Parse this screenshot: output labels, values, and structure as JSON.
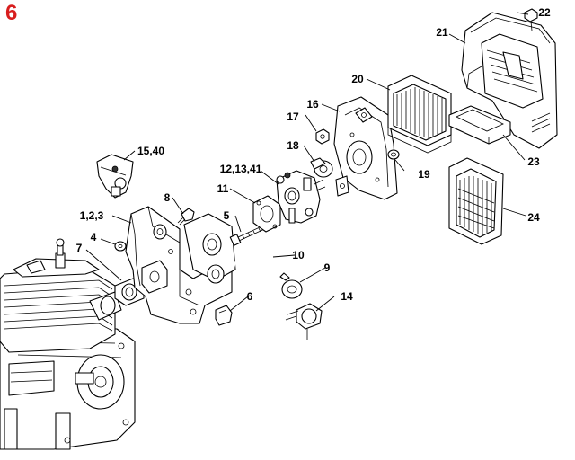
{
  "page_number": "6",
  "accent_color": "#d81e1e",
  "callouts": [
    {
      "id": "c1",
      "label": "22"
    },
    {
      "id": "c2",
      "label": "21"
    },
    {
      "id": "c3",
      "label": "20"
    },
    {
      "id": "c4",
      "label": "16"
    },
    {
      "id": "c5",
      "label": "17"
    },
    {
      "id": "c6",
      "label": "18"
    },
    {
      "id": "c7",
      "label": "19"
    },
    {
      "id": "c8",
      "label": "23"
    },
    {
      "id": "c9",
      "label": "24"
    },
    {
      "id": "c10",
      "label": "15,40"
    },
    {
      "id": "c11",
      "label": "12,13,41"
    },
    {
      "id": "c12",
      "label": "11"
    },
    {
      "id": "c13",
      "label": "8"
    },
    {
      "id": "c14",
      "label": "1,2,3"
    },
    {
      "id": "c15",
      "label": "5"
    },
    {
      "id": "c16",
      "label": "4"
    },
    {
      "id": "c17",
      "label": "7"
    },
    {
      "id": "c18",
      "label": "10"
    },
    {
      "id": "c19",
      "label": "9"
    },
    {
      "id": "c20",
      "label": "6"
    },
    {
      "id": "c21",
      "label": "14"
    }
  ]
}
